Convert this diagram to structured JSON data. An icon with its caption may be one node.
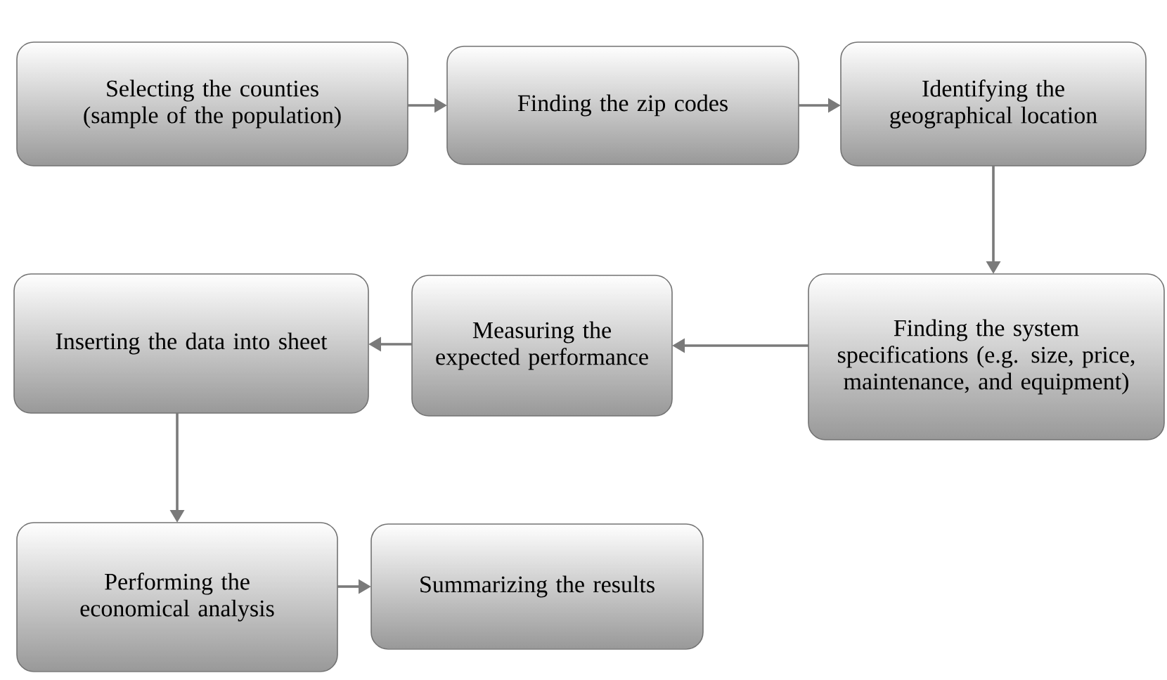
{
  "diagram": {
    "nodes": [
      {
        "text": [
          "Selecting the counties (sample of the population)"
        ]
      },
      {
        "text": [
          "Finding the zip codes"
        ]
      },
      {
        "text": [
          "Identifying the geographical location"
        ]
      },
      {
        "text": [
          "Finding the system specifications (e.g. size, price, maintenance, and equipment)"
        ]
      },
      {
        "text": [
          "Measuring the expected performance"
        ]
      },
      {
        "text": [
          "Inserting the data into sheet"
        ]
      },
      {
        "text": [
          "Performing the economical analysis"
        ]
      },
      {
        "text": [
          "Summarizing the results"
        ]
      }
    ],
    "edges": [
      {
        "from": 0,
        "to": 1,
        "arrow": "to"
      },
      {
        "from": 1,
        "to": 2,
        "arrow": "to"
      },
      {
        "from": 2,
        "to": 3,
        "arrow": "to"
      },
      {
        "from": 3,
        "to": 4,
        "arrow": "to"
      },
      {
        "from": 4,
        "to": 5,
        "arrow": "to"
      },
      {
        "from": 5,
        "to": 6,
        "arrow": "to"
      },
      {
        "from": 6,
        "to": 7,
        "arrow": "to"
      }
    ]
  }
}
